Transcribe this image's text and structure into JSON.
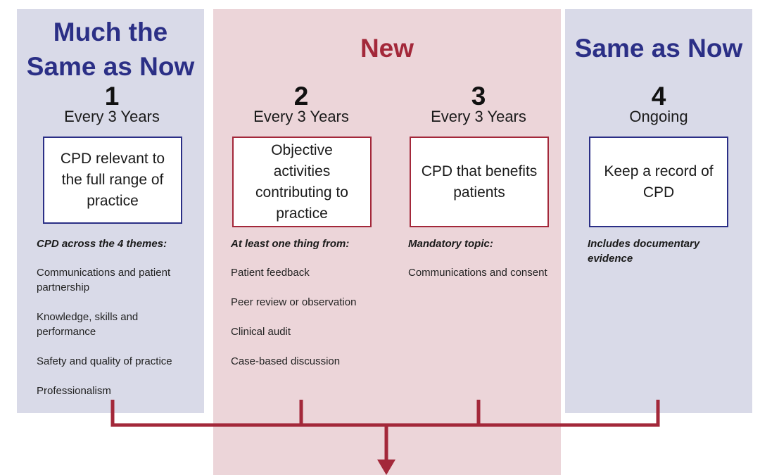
{
  "colors": {
    "blue_panel": "#d9dae8",
    "pink_panel": "#ecd5d9",
    "blue_text": "#2b2f86",
    "red_text": "#a3283a",
    "connector": "#a3283a"
  },
  "headings": {
    "left": [
      "Much the",
      "Same as Now"
    ],
    "middle": "New",
    "right": "Same as Now"
  },
  "columns": [
    {
      "number": "1",
      "frequency": "Every 3 Years",
      "box_lines": [
        "CPD relevant to",
        "the full range of",
        "practice"
      ],
      "subheading": "CPD across the 4 themes:",
      "items": [
        "Communications and patient partnership",
        "Knowledge, skills and performance",
        "Safety and quality of practice",
        "Professionalism"
      ]
    },
    {
      "number": "2",
      "frequency": "Every 3 Years",
      "box_lines": [
        "Objective",
        "activities",
        "contributing to",
        "practice"
      ],
      "subheading": "At least one thing from:",
      "items": [
        "Patient feedback",
        "Peer review or observation",
        "Clinical audit",
        "Case-based discussion"
      ]
    },
    {
      "number": "3",
      "frequency": "Every 3 Years",
      "box_lines": [
        "CPD that benefits",
        "patients"
      ],
      "subheading": "Mandatory topic:",
      "items": [
        "Communications and consent"
      ]
    },
    {
      "number": "4",
      "frequency": "Ongoing",
      "box_lines": [
        "Keep a record of",
        "CPD"
      ],
      "subheading": "Includes documentary evidence",
      "items": []
    }
  ]
}
